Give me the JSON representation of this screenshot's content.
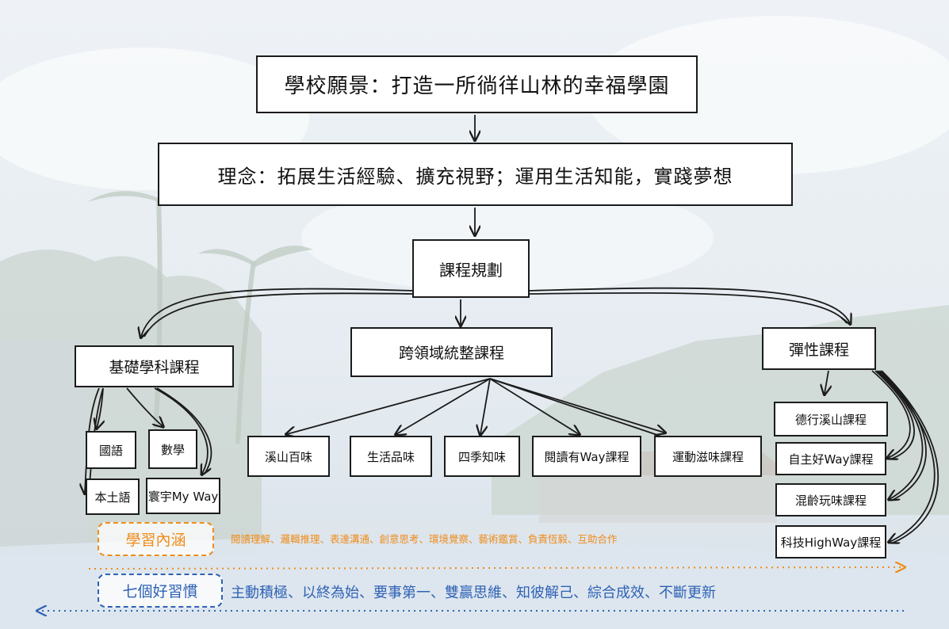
{
  "colors": {
    "accent_orange": "#ef8c1a",
    "accent_blue": "#2f62b5",
    "ink": "#1b1b1b",
    "sky": "#dfe7ef"
  },
  "diagram": {
    "vision": "學校願景：打造一所徜徉山林的幸福學園",
    "concept": "理念：拓展生活經驗、擴充視野；運用生活知能，實踐夢想",
    "planning": "課程規劃",
    "categories": {
      "basic": "基礎學科課程",
      "cross": "跨領域統整課程",
      "flexible": "彈性課程"
    },
    "basic_subjects": [
      "國語",
      "數學",
      "本土語",
      "寰宇My Way"
    ],
    "cross_subjects": [
      "溪山百味",
      "生活品味",
      "四季知味",
      "閱讀有Way課程",
      "運動滋味課程"
    ],
    "flexible_subjects": [
      "德行溪山課程",
      "自主好Way課程",
      "混齡玩味課程",
      "科技HighWay課程"
    ]
  },
  "footer": {
    "learning_label": "學習內涵",
    "learning_text": "閱讀理解、邏輯推理、表達溝通、創意思考、環境覺察、藝術鑑賞、負責恆毅、互助合作",
    "habits_label": "七個好習慣",
    "habits_text": "主動積極、以終為始、要事第一、雙贏思維、知彼解己、綜合成效、不斷更新"
  }
}
